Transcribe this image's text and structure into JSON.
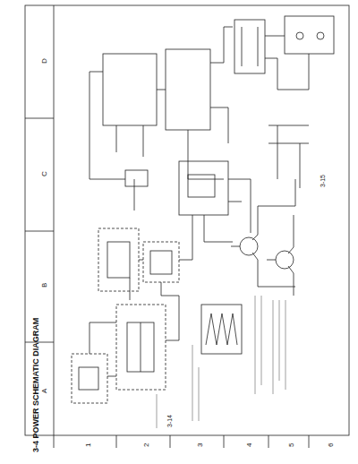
{
  "diagram": {
    "title": "3-4 POWER SCHEMATIC DIAGRAM",
    "labels": [
      "D",
      "C",
      "B",
      "A",
      "1",
      "2",
      "3",
      "4",
      "5",
      "6",
      "3-15",
      "3-14"
    ]
  }
}
